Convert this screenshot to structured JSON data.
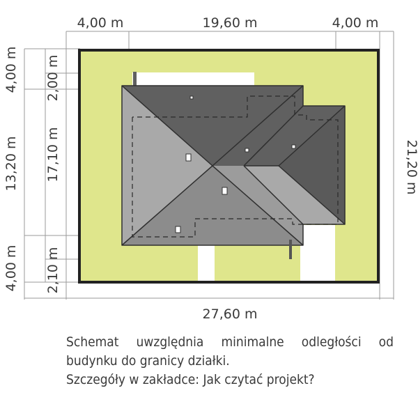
{
  "dimensions": {
    "top_left": "4,00 m",
    "top_middle": "19,60 m",
    "top_right": "4,00 m",
    "bottom_total": "27,60 m",
    "right_total": "21,20 m",
    "left_outer_top": "4,00 m",
    "left_outer_middle": "13,20 m",
    "left_outer_bottom": "4,00 m",
    "left_inner_top": "2,00 m",
    "left_inner_middle": "17,10 m",
    "left_inner_bottom": "2,10 m"
  },
  "caption": {
    "line1": "Schemat uwzględnia minimalne odległości od",
    "line2": "budynku do granicy działki.",
    "line3": "Szczegóły w zakładce: Jak czytać projekt?"
  },
  "colors": {
    "plot": "#dfe68c",
    "boundary": "#222222",
    "roof_dark": "#606060",
    "roof_light": "#a9a9a9",
    "roof_mid": "#8c8c8c",
    "guide": "#9a9a9a"
  }
}
